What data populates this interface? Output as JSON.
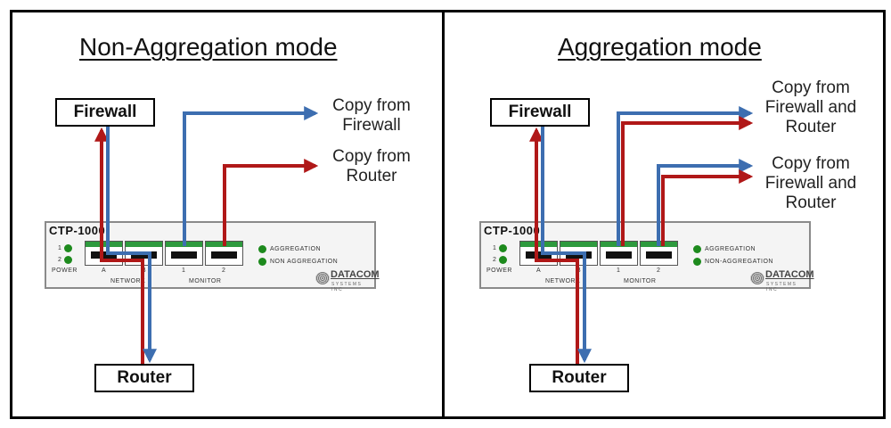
{
  "colors": {
    "red_line": "#b01818",
    "blue_line": "#3d6eb0",
    "led_green": "#1d8a1d",
    "port_green": "#2e9a3e"
  },
  "panels": [
    {
      "id": "non-aggregation",
      "title": "Non-Aggregation mode",
      "firewall_label": "Firewall",
      "router_label": "Router",
      "copy_labels": [
        "Copy from\nFirewall",
        "Copy from\nRouter"
      ],
      "device": {
        "name": "CTP-1000",
        "led_labels": [
          "1",
          "2"
        ],
        "power_label": "POWER",
        "network_ports": [
          "A",
          "B"
        ],
        "monitor_ports": [
          "1",
          "2"
        ],
        "network_label": "NETWORK",
        "monitor_label": "MONITOR",
        "mode_leds": [
          "AGGREGATION",
          "NON AGGREGATION"
        ],
        "brand": "DATACOM",
        "brand_sub": "SYSTEMS INC"
      }
    },
    {
      "id": "aggregation",
      "title": "Aggregation mode",
      "firewall_label": "Firewall",
      "router_label": "Router",
      "copy_labels": [
        "Copy from\nFirewall and\nRouter",
        "Copy from\nFirewall and\nRouter"
      ],
      "device": {
        "name": "CTP-1000",
        "led_labels": [
          "1",
          "2"
        ],
        "power_label": "POWER",
        "network_ports": [
          "A",
          "B"
        ],
        "monitor_ports": [
          "1",
          "2"
        ],
        "network_label": "NETWORK",
        "monitor_label": "MONITOR",
        "mode_leds": [
          "AGGREGATION",
          "NON-AGGREGATION"
        ],
        "brand": "DATACOM",
        "brand_sub": "SYSTEMS INC"
      }
    }
  ]
}
